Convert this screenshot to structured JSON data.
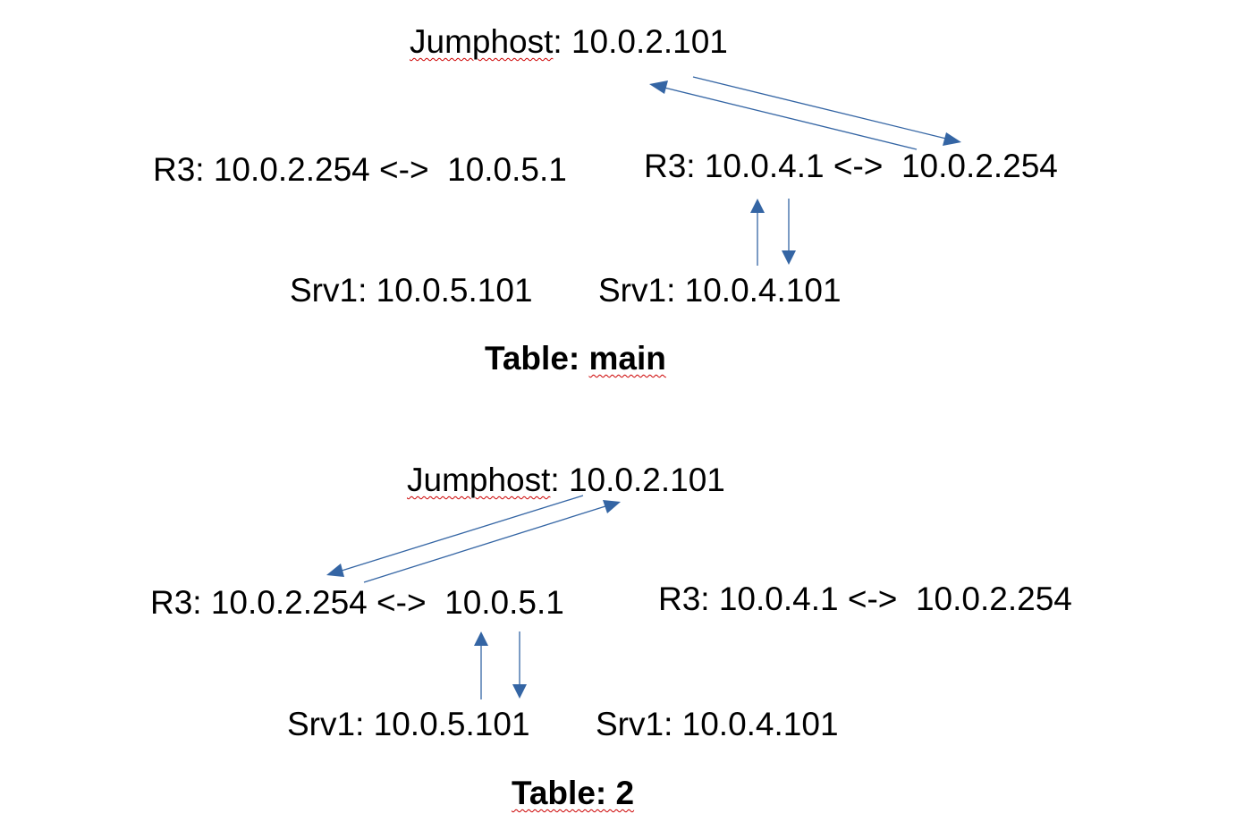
{
  "diagrams": [
    {
      "jumphost": {
        "name": "Jumphost",
        "sep": ": ",
        "ip": "10.0.2.101"
      },
      "r3_left": "R3: 10.0.2.254 <->  10.0.5.1",
      "r3_right": "R3: 10.0.4.1 <->  10.0.2.254",
      "srv1_left": "Srv1: 10.0.5.101",
      "srv1_right": "Srv1: 10.0.4.101",
      "table": {
        "prefix": "Table: ",
        "name": "main"
      }
    },
    {
      "jumphost": {
        "name": "Jumphost",
        "sep": ": ",
        "ip": "10.0.2.101"
      },
      "r3_left": "R3: 10.0.2.254 <->  10.0.5.1",
      "r3_right": "R3: 10.0.4.1 <->  10.0.2.254",
      "srv1_left": "Srv1: 10.0.5.101",
      "srv1_right": "Srv1: 10.0.4.101",
      "table": {
        "prefix": "",
        "name": "Table: 2"
      }
    }
  ],
  "colors": {
    "arrow": "#3465a4",
    "text": "#000000",
    "spellcheck": "#cc0000"
  }
}
